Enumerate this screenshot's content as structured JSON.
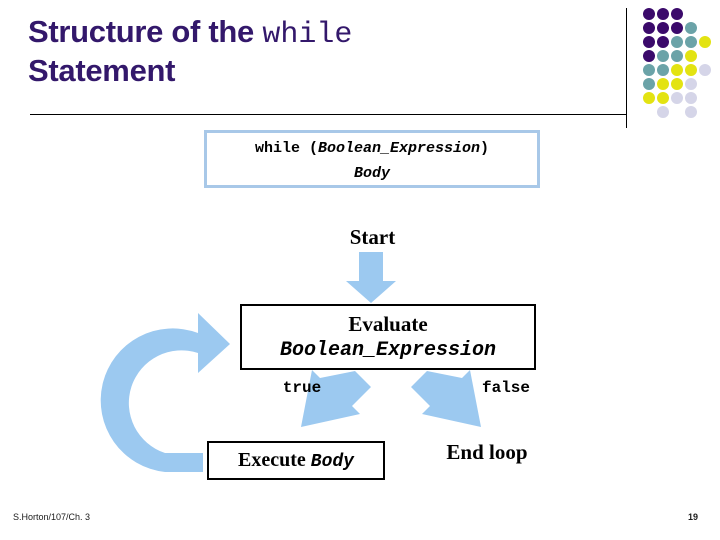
{
  "slide": {
    "title_prefix": "Structure of the ",
    "title_keyword": "while",
    "title_suffix": "Statement",
    "background_color": "#ffffff",
    "title_color": "#33186B"
  },
  "logo": {
    "name": "decorative-dot-grid",
    "colors": {
      "purple": "#3B0A6B",
      "teal": "#6BA3A8",
      "yellow": "#E3E312",
      "lavender": "#D5D5E8"
    },
    "grid": [
      [
        "purple",
        "purple",
        "purple",
        "none",
        "none"
      ],
      [
        "purple",
        "purple",
        "purple",
        "teal",
        "none"
      ],
      [
        "purple",
        "purple",
        "teal",
        "teal",
        "yellow"
      ],
      [
        "purple",
        "teal",
        "teal",
        "yellow",
        "none"
      ],
      [
        "teal",
        "teal",
        "yellow",
        "yellow",
        "lavender"
      ],
      [
        "teal",
        "yellow",
        "yellow",
        "lavender",
        "none"
      ],
      [
        "yellow",
        "yellow",
        "lavender",
        "lavender",
        "none"
      ],
      [
        "none",
        "lavender",
        "none",
        "lavender",
        "none"
      ]
    ]
  },
  "code_box": {
    "name": "while-syntax-box",
    "border_color": "#A8C8E8",
    "line1_keyword": "while",
    "line1_open": " (",
    "line1_expr": "Boolean_Expression",
    "line1_close": ")",
    "line2_body": "Body"
  },
  "flowchart": {
    "type": "flowchart",
    "arrow_color": "#9CC9F0",
    "start_label": "Start",
    "evaluate_box": {
      "line1": "Evaluate",
      "line2": "Boolean_Expression"
    },
    "branch_true_label": "true",
    "branch_false_label": "false",
    "execute_box": {
      "verb": "Execute ",
      "target": "Body"
    },
    "end_label": "End loop",
    "edges": [
      {
        "from": "Start",
        "to": "Evaluate Boolean_Expression",
        "label": ""
      },
      {
        "from": "Evaluate Boolean_Expression",
        "to": "Execute Body",
        "label": "true"
      },
      {
        "from": "Evaluate Boolean_Expression",
        "to": "End loop",
        "label": "false"
      },
      {
        "from": "Execute Body",
        "to": "Evaluate Boolean_Expression",
        "label": "loop back"
      }
    ]
  },
  "footer": {
    "credit": "S.Horton/107/Ch. 3",
    "page_number": "19"
  }
}
